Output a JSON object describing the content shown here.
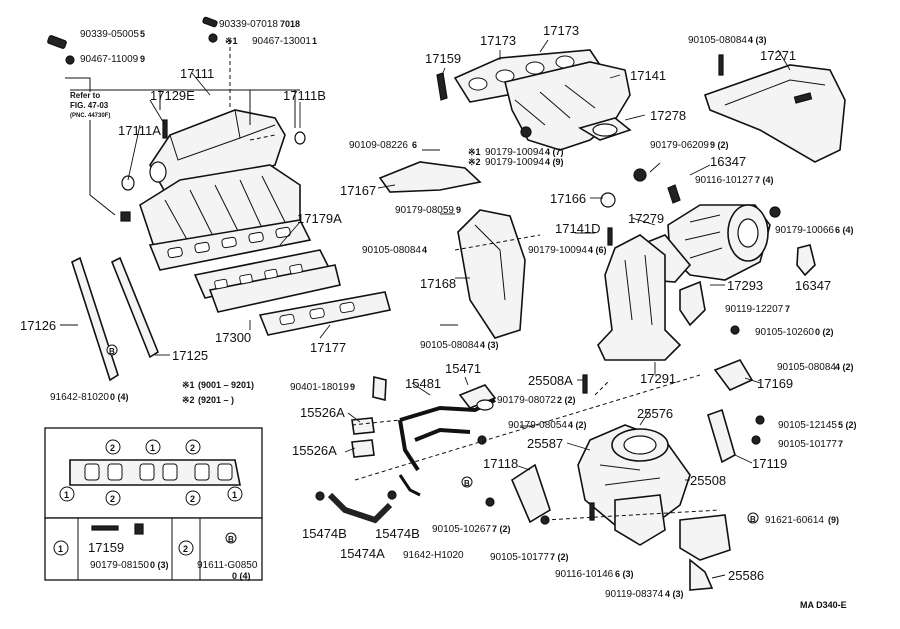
{
  "parts": {
    "p90339_05005": "90339-05005",
    "p90339_05005_note": "5",
    "p90467_11009": "90467-11009",
    "p90467_11009_note": "9",
    "p90339_07018": "90339-07018",
    "p90339_07018_note": "7018",
    "p90467_13001": "90467-13001",
    "p90467_13001_note": "1",
    "p17111_top": "17111",
    "p17129e": "17129E",
    "p17111b": "17111B",
    "p17111a": "17111A",
    "p17179a": "17179A",
    "p17300": "17300",
    "p17177": "17177",
    "p17126": "17126",
    "p17125": "17125",
    "p91642_81020": "91642-81020",
    "p91642_81020_note": "0 (4)",
    "p17159_top": "17159",
    "p17173_a": "17173",
    "p17173_b": "17173",
    "p17141": "17141",
    "p17278": "17278",
    "p90109_08226": "90109-08226",
    "p90109_08226_note": "6",
    "p90179_10094_1": "90179-10094",
    "p90179_10094_1_note": "4 (7)",
    "p90179_10094_2": "90179-10094",
    "p90179_10094_2_note": "4 (9)",
    "p17167": "17167",
    "p90179_08059": "90179-08059",
    "p90179_08059_note": "9",
    "p90105_08084_a": "90105-08084",
    "p90105_08084_a_note": "4",
    "p17168": "17168",
    "p90105_08084_b": "90105-08084",
    "p90105_08084_b_note": "4 (3)",
    "p90105_08084_top": "90105-08084",
    "p90105_08084_top_note": "4 (3)",
    "p17271": "17271",
    "p90179_06209": "90179-06209",
    "p90179_06209_note": "9 (2)",
    "p16347_a": "16347",
    "p90116_10127": "90116-10127",
    "p90116_10127_note": "7 (4)",
    "p17166": "17166",
    "p17279": "17279",
    "p90179_10066": "90179-10066",
    "p90179_10066_note": "6 (4)",
    "p17141d": "17141D",
    "p90179_10094_c": "90179-10094",
    "p90179_10094_c_note": "4 (6)",
    "p16347_b": "16347",
    "p17293": "17293",
    "p90119_12207": "90119-12207",
    "p90119_12207_note": "7",
    "p90105_10260": "90105-10260",
    "p90105_10260_note": "0 (2)",
    "p90105_08084_c": "90105-08084",
    "p90105_08084_c_note": "4 (2)",
    "p17169": "17169",
    "p17291": "17291",
    "p15471": "15471",
    "p15481": "15481",
    "p90401_18019": "90401-18019",
    "p90401_18019_note": "9",
    "p15526a_1": "15526A",
    "p15526a_2": "15526A",
    "p25508a": "25508A",
    "p90179_08072": "90179-08072",
    "p90179_08072_note": "2 (2)",
    "p90179_08054": "90179-08054",
    "p90179_08054_note": "4 (2)",
    "p25587": "25587",
    "p25576": "25576",
    "p25508": "25508",
    "p17118": "17118",
    "p90105_12145": "90105-12145",
    "p90105_12145_note": "5 (2)",
    "p90105_10177_a": "90105-10177",
    "p90105_10177_a_note": "7",
    "p17119": "17119",
    "p15474b_1": "15474B",
    "p15474b_2": "15474B",
    "p15474a": "15474A",
    "p91642_h1020": "91642-H1020",
    "p90105_10267": "90105-10267",
    "p90105_10267_note": "7 (2)",
    "p90105_10177_b": "90105-10177",
    "p90105_10177_b_note": "7 (2)",
    "p90116_10146": "90116-10146",
    "p90116_10146_note": "6 (3)",
    "p90119_08374": "90119-08374",
    "p90119_08374_note": "4 (3)",
    "p91621_60614": "91621-60614",
    "p91621_60614_note": "(9)",
    "p25586": "25586",
    "p17159_inset": "17159",
    "p90179_08150": "90179-08150",
    "p90179_08150_note": "0 (3)",
    "p91611_g0850": "91611-G0850",
    "p91611_g0850_note": "0 (4)"
  },
  "legend": {
    "star1_mark": "※1",
    "star1_range": "(9001 – 9201)",
    "star2_mark": "※2",
    "star2_range": "(9201 –      )",
    "ref_line1": "Refer to",
    "ref_line2": "FIG. 47-03",
    "ref_line3": "(PNC. 44730F)"
  },
  "inset": {
    "num1": "1",
    "num2": "2",
    "box1_label": "1",
    "box2_label": "2"
  },
  "diagram_code": "MA  D340-E"
}
